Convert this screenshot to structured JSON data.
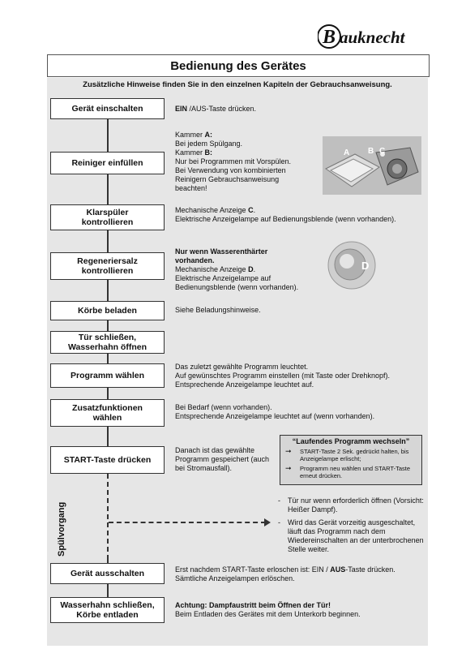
{
  "brand": "Bauknecht",
  "header": {
    "title": "Bedienung des Gerätes",
    "subtitle": "Zusätzliche Hinweise finden Sie in den einzelnen Kapiteln der Gebrauchsanweisung."
  },
  "steps": [
    {
      "label": "Gerät einschalten"
    },
    {
      "label": "Reiniger einfüllen"
    },
    {
      "label": "Klarspüler\nkontrollieren"
    },
    {
      "label": "Regeneriersalz\nkontrollieren"
    },
    {
      "label": "Körbe beladen"
    },
    {
      "label": "Tür schließen,\nWasserhahn öffnen"
    },
    {
      "label": "Programm wählen"
    },
    {
      "label": "Zusatzfunktionen\nwählen"
    },
    {
      "label": "START-Taste drücken"
    },
    {
      "label": "Gerät ausschalten"
    },
    {
      "label": "Wasserhahn schließen,\nKörbe entladen"
    }
  ],
  "descriptions": {
    "d0_bold": "EIN",
    "d0_rest": " /AUS-Taste drücken.",
    "d1_l1": "Kammer ",
    "d1_l1b": "A:",
    "d1_l2": "Bei jedem Spülgang.",
    "d1_l3": "Kammer ",
    "d1_l3b": "B:",
    "d1_l4": "Nur bei Programmen mit Vorspülen.",
    "d1_l5": "Bei Verwendung von kombinierten",
    "d1_l6": "Reinigern Gebrauchsanweisung",
    "d1_l7": "beachten!",
    "d2_l1a": "Mechanische Anzeige ",
    "d2_l1b": "C",
    "d2_l1c": ".",
    "d2_l2": "Elektrische Anzeigelampe auf Bedienungsblende (wenn vorhanden).",
    "d3_l1": "Nur wenn Wasserenthärter",
    "d3_l2": "vorhanden.",
    "d3_l3a": "Mechanische Anzeige ",
    "d3_l3b": "D",
    "d3_l3c": ".",
    "d3_l4": "Elektrische Anzeigelampe auf",
    "d3_l5": "Bedienungsblende (wenn vorhanden).",
    "d4": "Siehe Beladungshinweise.",
    "d6_l1": "Das zuletzt gewählte Programm leuchtet.",
    "d6_l2": "Auf gewünschtes Programm einstellen (mit Taste oder Drehknopf).",
    "d6_l3": "Entsprechende Anzeigelampe leuchtet auf.",
    "d7_l1": "Bei Bedarf (wenn vorhanden).",
    "d7_l2": "Entsprechende Anzeigelampe leuchtet auf (wenn vorhanden).",
    "d8_l1": "Danach ist das gewählte",
    "d8_l2": "Programm gespeichert (auch",
    "d8_l3": "bei Stromausfall).",
    "d9_l1a": "Erst nachdem START-Taste erloschen ist: EIN / ",
    "d9_l1b": "AUS",
    "d9_l1c": "-Taste drücken.",
    "d9_l2": "Sämtliche Anzeigelampen erlöschen.",
    "d10_l1": "Achtung: Dampfaustritt beim Öffnen der Tür!",
    "d10_l2": "Beim Entladen des Gerätes mit dem Unterkorb beginnen."
  },
  "image_labels": {
    "a": "A",
    "b": "B",
    "c": "C",
    "d": "D"
  },
  "callout": {
    "title": "“Laufendes Programm wechseln”",
    "row1": "START-Taste 2 Sek. gedrückt halten, bis Anzeigelampe erlischt;",
    "row2": "Programm neu wählen und START-Taste erneut drücken."
  },
  "side_label": "Spülvorgang",
  "notes": [
    "Tür nur wenn erforderlich öffnen (Vorsicht: Heißer Dampf).",
    "Wird das Gerät vorzeitig ausgeschaltet, läuft das Programm nach dem Wiedereinschalten an der unterbrochenen Stelle weiter."
  ]
}
